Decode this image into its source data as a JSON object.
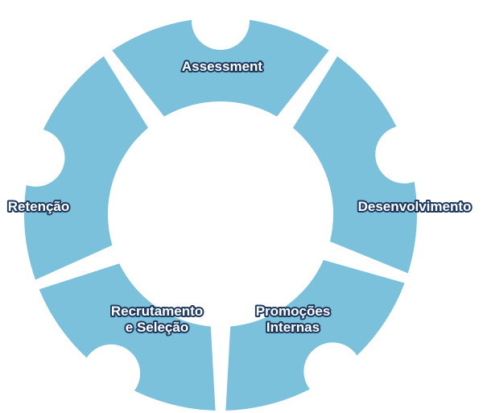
{
  "colors": {
    "segment": "#7cc1dc",
    "text": "#ffffff",
    "outline": "#1e3a5f"
  },
  "segments": [
    {
      "label": [
        "Assessment"
      ]
    },
    {
      "label": [
        "Desenvolvimento"
      ]
    },
    {
      "label": [
        "Promoções",
        "Internas"
      ]
    },
    {
      "label": [
        "Recrutamento",
        "e Seleção"
      ]
    },
    {
      "label": [
        "Retenção"
      ]
    }
  ]
}
